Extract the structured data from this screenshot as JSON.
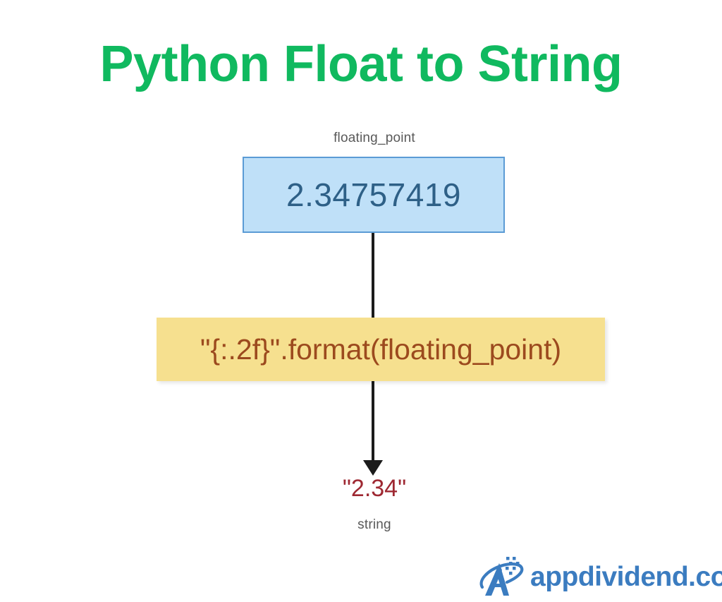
{
  "diagram": {
    "title": "Python Float to String",
    "title_color": "#10b95f",
    "input": {
      "caption": "floating_point",
      "value": "2.34757419",
      "fill_color": "#bfe0f8",
      "border_color": "#5b9bd5",
      "text_color": "#2e6087"
    },
    "operation": {
      "expression": "\"{:.2f}\".format(floating_point)",
      "fill_color": "#f6e08f",
      "text_color": "#9c4a1e"
    },
    "output": {
      "value": "\"2.34\"",
      "caption": "string",
      "text_color": "#9e2832"
    },
    "connector": {
      "color": "#1b1b1b",
      "arrow": "arrow-down-icon"
    }
  },
  "branding": {
    "logo_icon": "appdividend-logo-icon",
    "logo_text": "appdividend.com",
    "logo_color": "#3b7cc0"
  }
}
